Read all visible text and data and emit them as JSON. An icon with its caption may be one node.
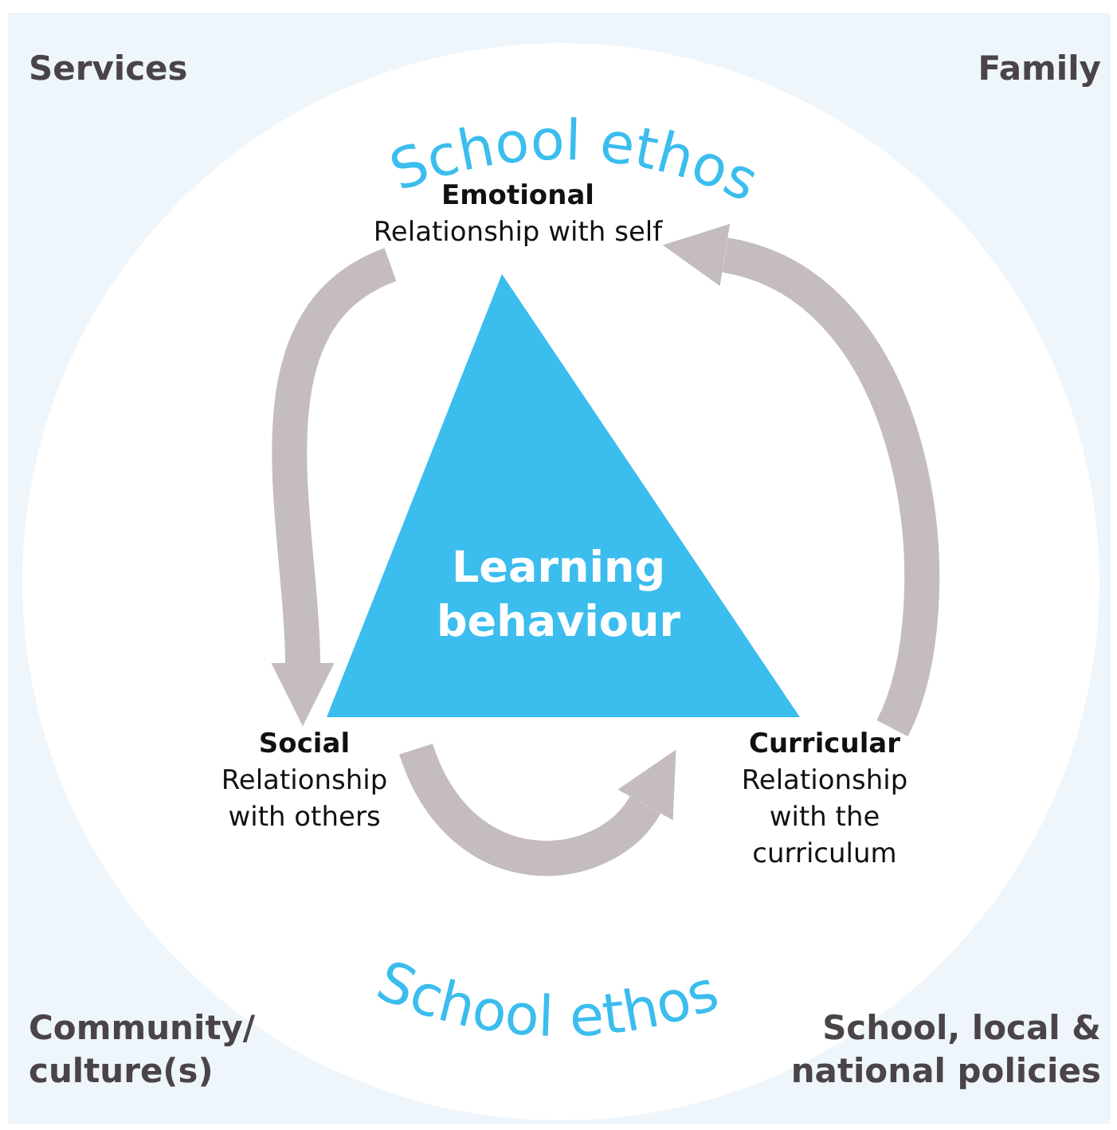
{
  "diagram": {
    "nodes": [
      {
        "text": [
          "School ethos",
          "School ethos"
        ]
      },
      {
        "text": [
          "Learning behaviour"
        ],
        "in": 0
      },
      {
        "text": [
          "Emotional",
          "Relationship with self"
        ],
        "in": 0
      },
      {
        "text": [
          "Social",
          "Relationship with others"
        ],
        "in": 0
      },
      {
        "text": [
          "Curricular",
          "Relationship with the curriculum"
        ],
        "in": 0
      }
    ],
    "edges": [
      {
        "from": 2,
        "to": 3,
        "arrow": "to"
      },
      {
        "from": 3,
        "to": 4,
        "arrow": "to"
      },
      {
        "from": 4,
        "to": 2,
        "arrow": "to"
      }
    ],
    "labels": [
      "Services",
      "Family",
      "Community/ culture(s)",
      "School, local & national policies"
    ]
  }
}
